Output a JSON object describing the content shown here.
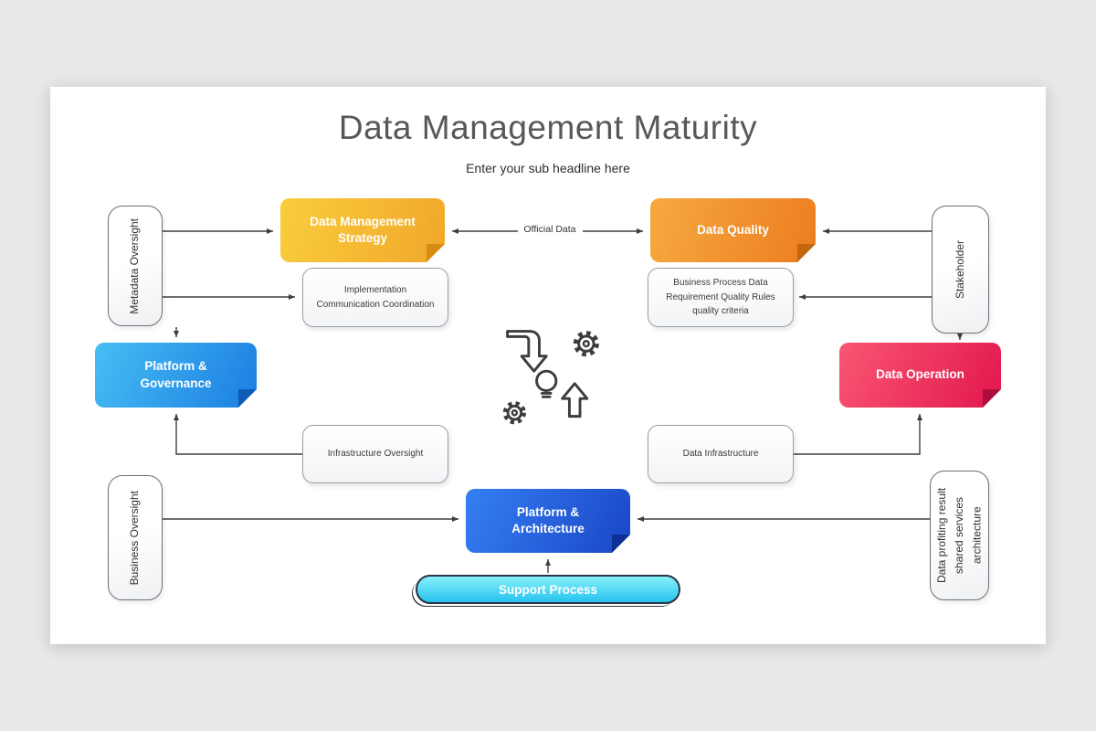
{
  "slide": {
    "title": "Data Management Maturity",
    "subtitle": "Enter your sub headline here"
  },
  "connector_labels": {
    "official_data": "Official Data"
  },
  "side_nodes": {
    "metadata_oversight": "Metadata Oversight",
    "business_oversight": "Business Oversight",
    "stakeholder": "Stakeholder",
    "data_profiling": "Data profiting result shared services architecture"
  },
  "stage_nodes": {
    "data_management_strategy": "Data Management Strategy",
    "data_quality": "Data Quality",
    "platform_governance": "Platform & Governance",
    "data_operation": "Data Operation",
    "platform_architecture": "Platform & Architecture",
    "support_process": "Support Process"
  },
  "detail_nodes": {
    "implementation": "Implementation Communication Coordination",
    "business_process": "Business Process Data Requirement Quality Rules quality criteria",
    "infrastructure_oversight": "Infrastructure Oversight",
    "data_infrastructure": "Data Infrastructure"
  },
  "colors": {
    "strategy_start": "#f9cd3d",
    "strategy_end": "#f1a72a",
    "quality_start": "#f6a93f",
    "quality_end": "#ec7d1f",
    "governance_start": "#47bdf3",
    "governance_end": "#1b7ee2",
    "operation_start": "#f95672",
    "operation_end": "#e2174e",
    "architecture_start": "#357ff2",
    "architecture_end": "#1a46c6",
    "support_start": "#86f0fb",
    "support_end": "#27c3ee",
    "connector": "#3e3e3e",
    "slide_background": "#ffffff",
    "page_background": "#e8e8ea"
  }
}
